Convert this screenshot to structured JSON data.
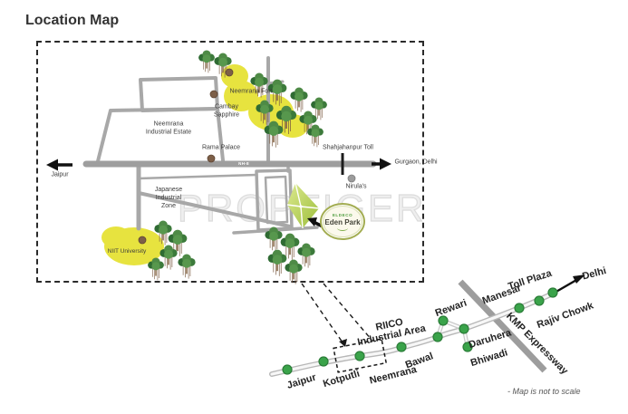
{
  "title": "Location Map",
  "watermark": "PROPTIGER",
  "colors": {
    "accent_green": "#3aa34a",
    "tree_green": "#3f7a3c",
    "blob_yellow": "#e7e33f",
    "road_gray": "#a5a5a5",
    "logo_green": "#4f9e3f"
  },
  "map": {
    "labels": {
      "jaipur": "Jaipur",
      "gurgaon_delhi": "Gurgaon, Delhi",
      "nh8": "NH-8",
      "shahjahanpur_toll": "Shahjahanpur Toll",
      "nirulas": "Nirula's",
      "rama_palace": "Rama Palace",
      "neemrana_fort": "Neemrana Fort",
      "cambay_sapphire": "Cambay\nSapphire",
      "neemrana_industrial_estate": "Neemrana\nIndustrial Estate",
      "japanese_industrial_zone": "Japanese\nIndustrial\nZone",
      "niit_university": "NIIT University"
    }
  },
  "logo": {
    "brand": "ELDECO",
    "name": "Eden Park"
  },
  "schematic": {
    "stops": [
      {
        "label": "Jaipur"
      },
      {
        "label": "Kotputli"
      },
      {
        "label": "Neemrana"
      },
      {
        "label": "Bawal"
      },
      {
        "label": "RIICO\nIndustrial Area"
      },
      {
        "label": "Rewari"
      },
      {
        "label": "Daruhera"
      },
      {
        "label": "Bhiwadi"
      },
      {
        "label": "Manesar"
      },
      {
        "label": "Toll Plaza"
      },
      {
        "label": "Rajiv Chowk"
      }
    ],
    "destination": "Delhi",
    "expressway": "KMP Expressway",
    "note": "- Map is not to scale"
  }
}
